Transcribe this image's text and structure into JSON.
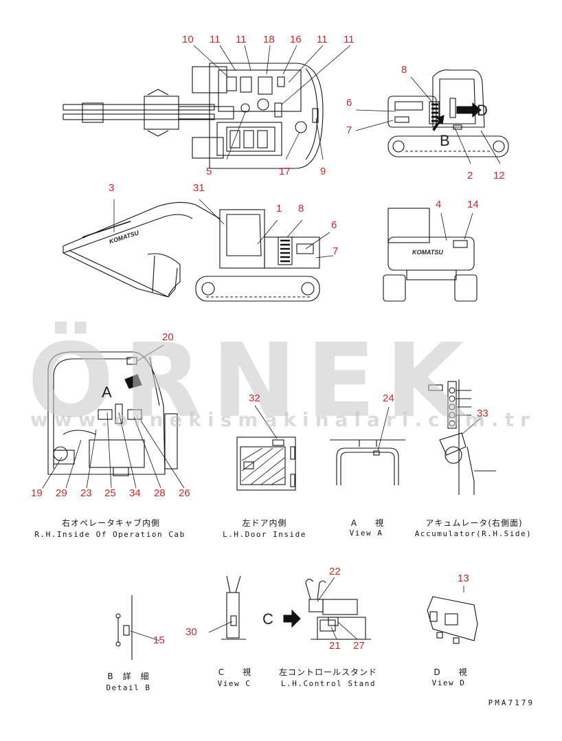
{
  "watermark": {
    "brand": "ÖRNEK",
    "url": "www.ornekismakinalari.com.tr"
  },
  "callouts": {
    "c10": "10",
    "c11a": "11",
    "c11b": "11",
    "c18": "18",
    "c16": "16",
    "c11c": "11",
    "c11d": "11",
    "c5": "5",
    "c17": "17",
    "c9": "9",
    "c8a": "8",
    "c6a": "6",
    "c7a": "7",
    "c2": "2",
    "c12": "12",
    "c3": "3",
    "c31": "31",
    "c1": "1",
    "c8b": "8",
    "c6b": "6",
    "c7b": "7",
    "c4": "4",
    "c14": "14",
    "c20": "20",
    "c19": "19",
    "c29": "29",
    "c23": "23",
    "c25": "25",
    "c34": "34",
    "c28": "28",
    "c26": "26",
    "c32": "32",
    "c24": "24",
    "c33": "33",
    "c22": "22",
    "c13": "13",
    "c15": "15",
    "c30": "30",
    "c21": "21",
    "c27": "27"
  },
  "view_letters": {
    "d": "D",
    "b": "B",
    "a": "A",
    "c": "C"
  },
  "brand_decal": "KOMATSU",
  "captions": {
    "cab_jp": "右オペレータキャブ内側",
    "cab_en": "R.H.Inside Of Operation Cab",
    "door_jp": "左ドア内側",
    "door_en": "L.H.Door Inside",
    "viewa_jp": "A　　視",
    "viewa_en": "View A",
    "acc_jp": "アキュムレータ(右側面)",
    "acc_en": "Accumulator(R.H.Side)",
    "detailb_jp": "B　詳　細",
    "detailb_en": "Detail B",
    "viewc_jp": "C　　視",
    "viewc_en": "View C",
    "stand_jp": "左コントロールスタンド",
    "stand_en": "L.H.Control Stand",
    "viewd_jp": "D　　視",
    "viewd_en": "View D"
  },
  "drawing_code": "PMA7179"
}
